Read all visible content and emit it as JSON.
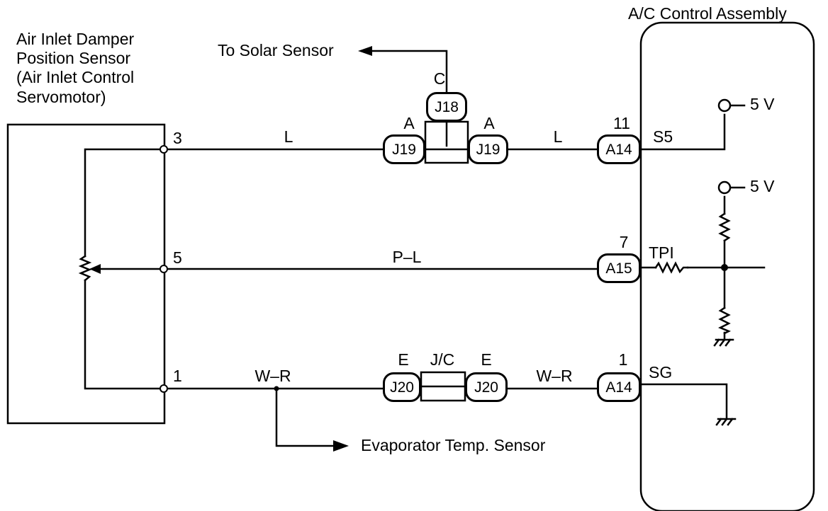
{
  "sensor": {
    "title_lines": [
      "Air Inlet Damper",
      "Position Sensor",
      "(Air Inlet Control",
      "Servomotor)"
    ],
    "pins": [
      "3",
      "5",
      "1"
    ]
  },
  "ecu": {
    "title": "A/C Control Assembly",
    "terminals": [
      "S5",
      "TPI",
      "SG"
    ],
    "supply_labels": [
      "5 V",
      "5 V"
    ]
  },
  "wires": {
    "top_left": "L",
    "top_right": "L",
    "middle": "P–L",
    "bottom_left": "W–R",
    "bottom_right": "W–R"
  },
  "connectors": {
    "j18": "J18",
    "j18_pin": "C",
    "j19_left": "J19",
    "j19_right": "J19",
    "j19_pin_left": "A",
    "j19_pin_right": "A",
    "a14_top": "A14",
    "a14_top_pin": "11",
    "a15": "A15",
    "a15_pin": "7",
    "j20_left": "J20",
    "j20_right": "J20",
    "j20_pin_left": "E",
    "j20_pin_right": "E",
    "jc_label": "J/C",
    "a14_bottom": "A14",
    "a14_bottom_pin": "1"
  },
  "destinations": {
    "solar": "To Solar Sensor",
    "evap": "Evaporator Temp. Sensor"
  }
}
